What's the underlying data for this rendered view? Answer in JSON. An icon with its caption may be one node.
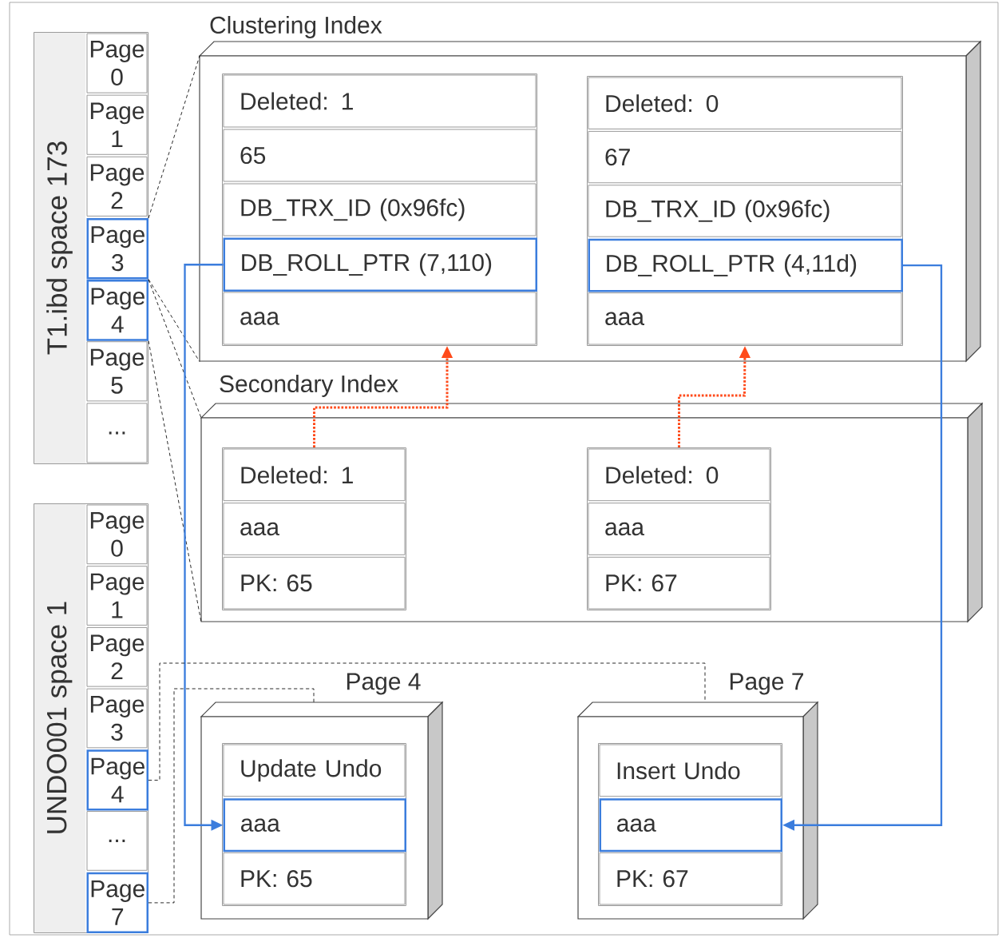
{
  "diagram": {
    "nodes": [
      {
        "text": [
          "T1.ibd space 173"
        ]
      },
      {
        "text": [
          "Page 0"
        ],
        "in": 0
      },
      {
        "text": [
          "Page 1"
        ],
        "in": 0
      },
      {
        "text": [
          "Page 2"
        ],
        "in": 0
      },
      {
        "text": [
          "Page 3"
        ],
        "in": 0
      },
      {
        "text": [
          "Page 4"
        ],
        "in": 0
      },
      {
        "text": [
          "Page 5"
        ],
        "in": 0
      },
      {
        "text": [
          "..."
        ],
        "in": 0
      },
      {
        "text": [
          "UNDO001 space 1"
        ]
      },
      {
        "text": [
          "Page 0"
        ],
        "in": 8
      },
      {
        "text": [
          "Page 1"
        ],
        "in": 8
      },
      {
        "text": [
          "Page 2"
        ],
        "in": 8
      },
      {
        "text": [
          "Page 3"
        ],
        "in": 8
      },
      {
        "text": [
          "Page 4"
        ],
        "in": 8
      },
      {
        "text": [
          "..."
        ],
        "in": 8
      },
      {
        "text": [
          "Page 7"
        ],
        "in": 8
      },
      {
        "text": [
          "Clustering Index"
        ]
      },
      {
        "text": [],
        "shape": "box",
        "in": 16
      },
      {
        "text": [
          "Deleted: 1"
        ],
        "in": 17
      },
      {
        "text": [
          "65"
        ],
        "in": 17
      },
      {
        "text": [
          "DB_TRX_ID (0x96fc)"
        ],
        "in": 17
      },
      {
        "text": [
          "DB_ROLL_PTR (7,110)"
        ],
        "in": 17
      },
      {
        "text": [
          "aaa"
        ],
        "in": 17
      },
      {
        "text": [],
        "shape": "box",
        "in": 16
      },
      {
        "text": [
          "Deleted: 0"
        ],
        "in": 23
      },
      {
        "text": [
          "67"
        ],
        "in": 23
      },
      {
        "text": [
          "DB_TRX_ID (0x96fc)"
        ],
        "in": 23
      },
      {
        "text": [
          "DB_ROLL_PTR (4,11d)"
        ],
        "in": 23
      },
      {
        "text": [
          "aaa"
        ],
        "in": 23
      },
      {
        "text": [
          "Secondary Index"
        ]
      },
      {
        "text": [],
        "shape": "box",
        "in": 29
      },
      {
        "text": [
          "Deleted: 1"
        ],
        "in": 30
      },
      {
        "text": [
          "aaa"
        ],
        "in": 30
      },
      {
        "text": [
          "PK: 65"
        ],
        "in": 30
      },
      {
        "text": [],
        "shape": "box",
        "in": 29
      },
      {
        "text": [
          "Deleted: 0"
        ],
        "in": 34
      },
      {
        "text": [
          "aaa"
        ],
        "in": 34
      },
      {
        "text": [
          "PK: 67"
        ],
        "in": 34
      },
      {
        "text": [
          "Page 4"
        ]
      },
      {
        "text": [],
        "shape": "box",
        "in": 38
      },
      {
        "text": [
          "Update Undo"
        ],
        "in": 39
      },
      {
        "text": [
          "aaa"
        ],
        "in": 39
      },
      {
        "text": [
          "PK: 65"
        ],
        "in": 39
      },
      {
        "text": [
          "Page 7"
        ]
      },
      {
        "text": [],
        "shape": "box",
        "in": 43
      },
      {
        "text": [
          "Insert Undo"
        ],
        "in": 44
      },
      {
        "text": [
          "aaa"
        ],
        "in": 44
      },
      {
        "text": [
          "PK: 67"
        ],
        "in": 44
      }
    ],
    "edges": [
      {
        "from": 4,
        "to": 16,
        "arrow": "none",
        "style": "dashed"
      },
      {
        "from": 4,
        "to": 16,
        "arrow": "none",
        "style": "dashed"
      },
      {
        "from": 5,
        "to": 29,
        "arrow": "none",
        "style": "dashed"
      },
      {
        "from": 5,
        "to": 29,
        "arrow": "none",
        "style": "dashed"
      },
      {
        "from": 30,
        "to": 17,
        "arrow": "to",
        "style": "dashed",
        "color": "#ff4a1a"
      },
      {
        "from": 34,
        "to": 23,
        "arrow": "to",
        "style": "dashed",
        "color": "#ff4a1a"
      },
      {
        "from": 21,
        "to": 41,
        "arrow": "to",
        "color": "#3b7ddd"
      },
      {
        "from": 27,
        "to": 46,
        "arrow": "to",
        "color": "#3b7ddd"
      },
      {
        "from": 13,
        "to": 43,
        "arrow": "none",
        "style": "dashed"
      },
      {
        "from": 15,
        "to": 38,
        "arrow": "none",
        "style": "dashed"
      }
    ]
  }
}
